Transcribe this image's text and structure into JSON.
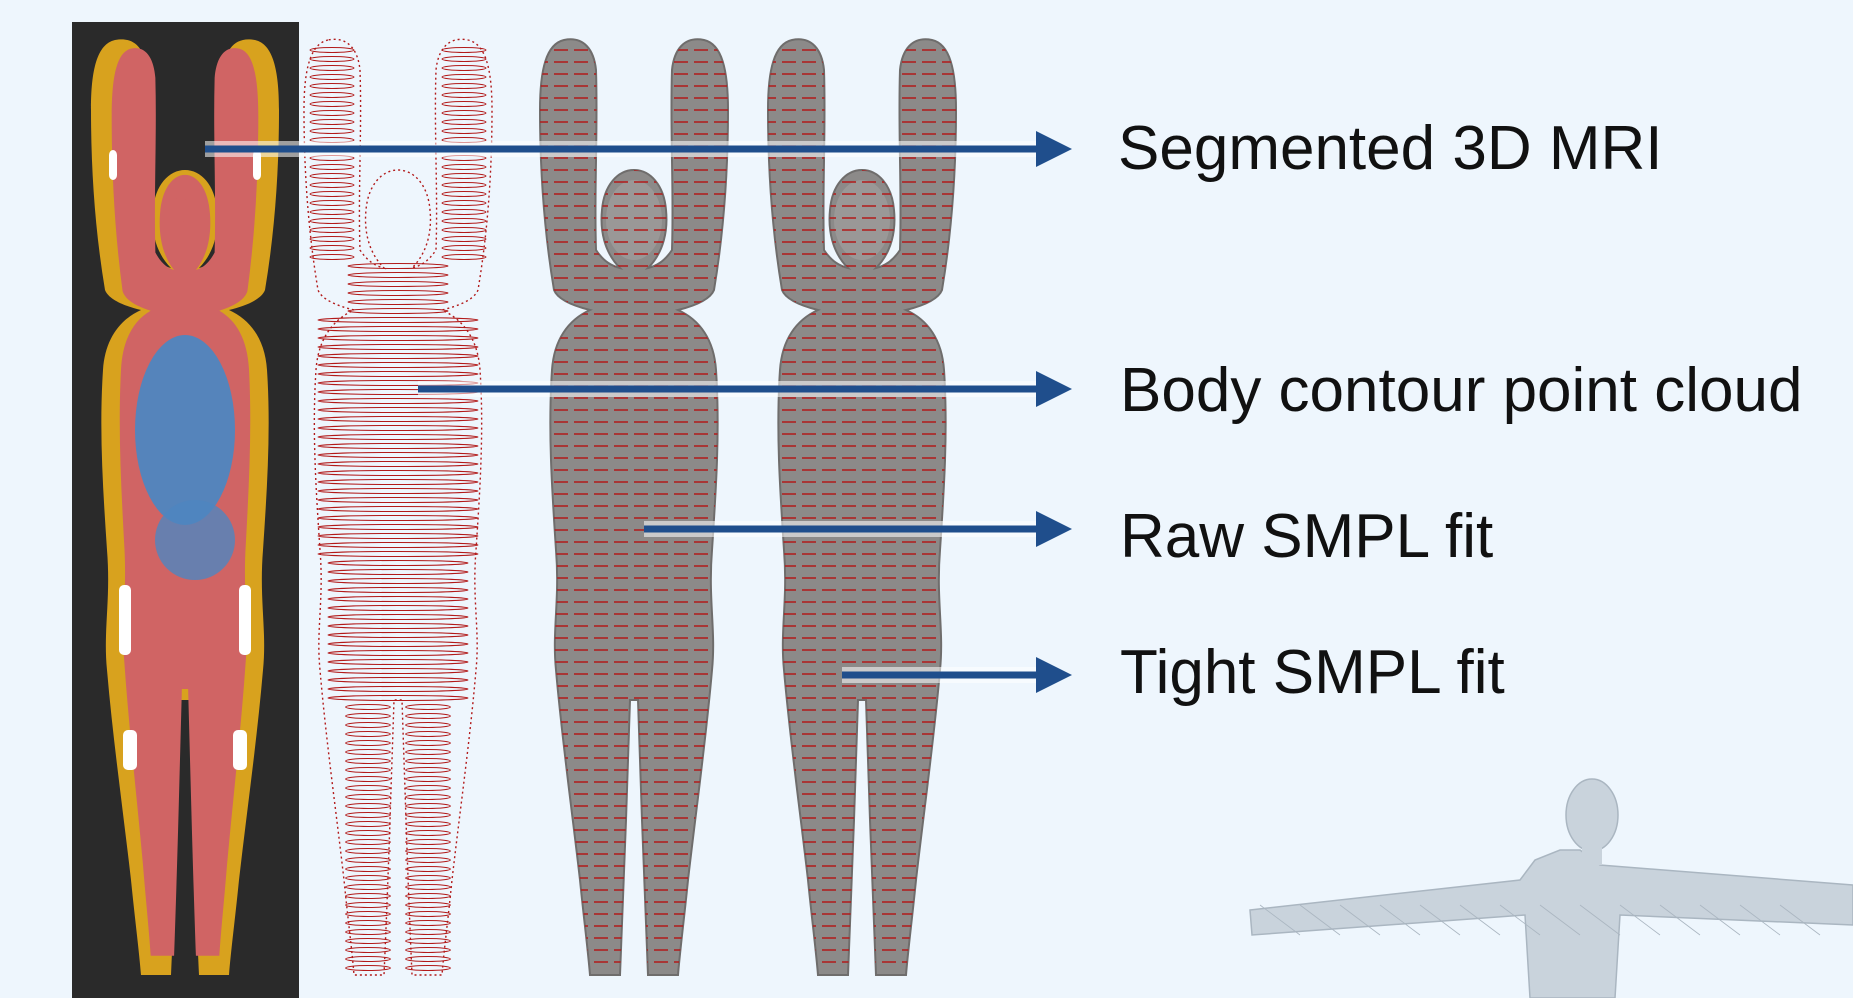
{
  "labels": {
    "segmented": "Segmented 3D MRI",
    "contour": "Body contour point cloud",
    "raw_fit": "Raw SMPL fit",
    "tight_fit": "Tight SMPL fit"
  },
  "colors": {
    "background": "#eef6fd",
    "arrow": "#1f4e8c",
    "mri_background": "#2a2a2a",
    "mri_fat": "#d8a21e",
    "mri_muscle": "#d06464",
    "mri_organ": "#4e86c0",
    "contour_red": "#b21a1a",
    "mesh_gray": "#8c8a89",
    "template_mesh": "#c9d3dc"
  },
  "figures": [
    {
      "name": "segmented-mri-panel"
    },
    {
      "name": "contour-point-cloud"
    },
    {
      "name": "raw-smpl-mesh"
    },
    {
      "name": "tight-smpl-mesh"
    },
    {
      "name": "smpl-template-tpose"
    }
  ]
}
